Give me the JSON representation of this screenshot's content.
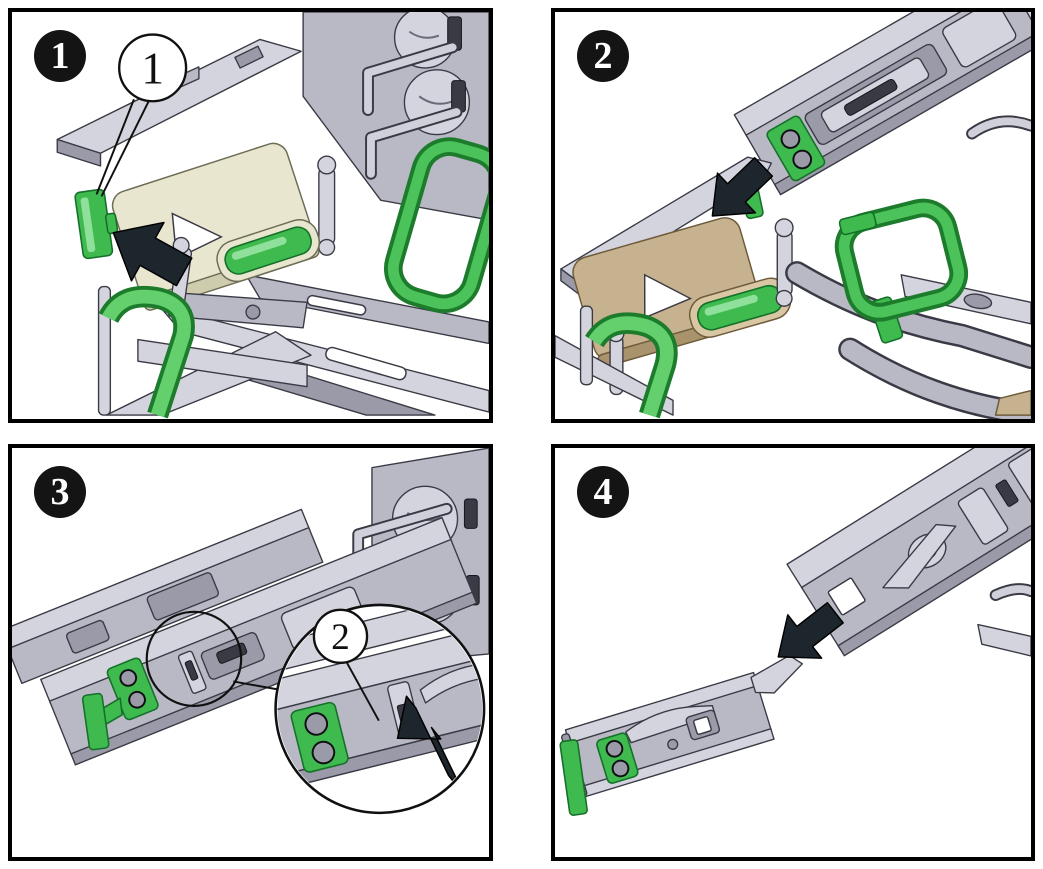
{
  "figure": {
    "panels": [
      {
        "badge": "1",
        "callouts": [
          {
            "label": "1"
          }
        ]
      },
      {
        "badge": "2",
        "callouts": []
      },
      {
        "badge": "3",
        "callouts": [
          {
            "label": "2"
          }
        ]
      },
      {
        "badge": "4",
        "callouts": []
      }
    ]
  },
  "icons": {
    "step_badge": "black-filled-circle-with-white-number",
    "callout": "white-outlined-circle-with-number-and-leader-line",
    "direction_arrow": "solid-black-thick-arrow",
    "zoom_detail": "large-magnifier-circle",
    "fan": "psu-fan-circle"
  },
  "colors": {
    "background": "#ffffff",
    "panel_border": "#000000",
    "badge_bg": "#141414",
    "badge_text": "#ffffff",
    "metal_light": "#d4d4de",
    "metal_mid": "#b9b9c6",
    "metal_dark": "#9a9aa8",
    "outline": "#3a3a45",
    "green": "#3fba4e",
    "green_dark": "#15702a",
    "green_light": "#8fe09a",
    "beige_plate": "#e9e6d0",
    "tan_plate": "#c7b290",
    "arrow_fill": "#1d262c",
    "callout_stroke": "#101010"
  }
}
